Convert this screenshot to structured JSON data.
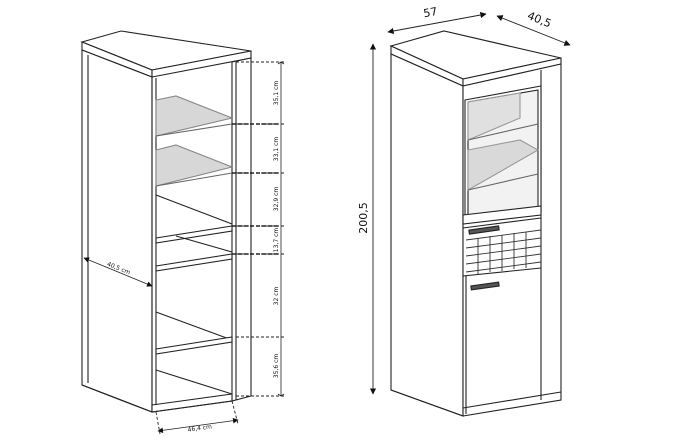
{
  "left_drawing": {
    "height_segments": [
      "35,1 cm",
      "33,1 cm",
      "32,9 cm",
      "13,7 cm",
      "32 cm",
      "35,6 cm"
    ],
    "inner_depth": "40,5 cm",
    "inner_width": "46,4 cm"
  },
  "right_drawing": {
    "width": "57",
    "depth": "40,5",
    "height": "200,5"
  }
}
